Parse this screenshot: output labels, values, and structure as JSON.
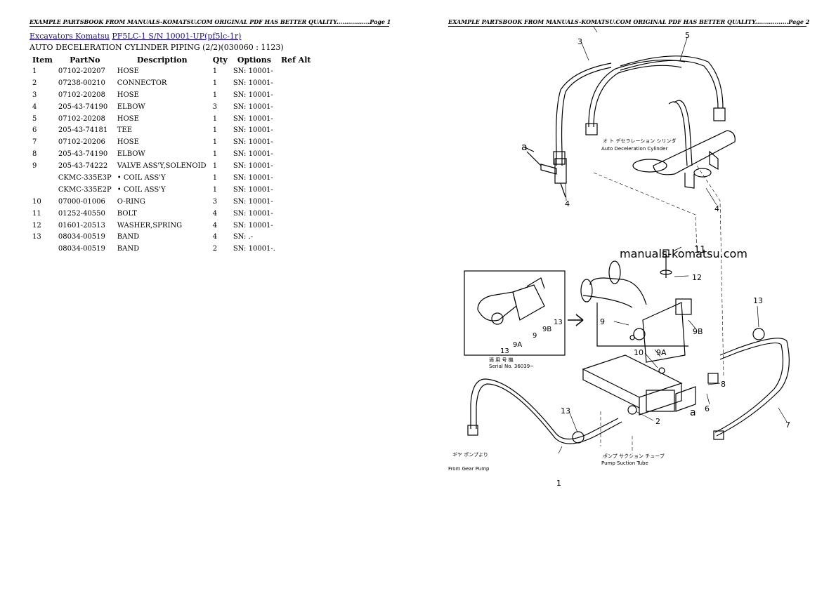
{
  "header": {
    "page1": "EXAMPLE PARTSBOOK FROM MANUALS-KOMATSU.COM ORIGINAL PDF HAS BETTER QUALITY.................Page 1",
    "page2": "EXAMPLE PARTSBOOK FROM MANUALS-KOMATSU.COM ORIGINAL PDF HAS BETTER QUALITY.................Page 2"
  },
  "breadcrumb": {
    "link1": "Excavators Komatsu",
    "link2": "PF5LC-1 S/N 10001-UP(pf5lc-1r)"
  },
  "subtitle": "AUTO DECELERATION CYLINDER PIPING (2/2)(030060 : 1123)",
  "table": {
    "headers": [
      "Item",
      "PartNo",
      "Description",
      "Qty",
      "Options",
      "Ref Alt"
    ],
    "rows": [
      {
        "item": "1",
        "partno": "07102-20207",
        "desc": "HOSE",
        "qty": "1",
        "options": "SN: 10001-"
      },
      {
        "item": "2",
        "partno": "07238-00210",
        "desc": "CONNECTOR",
        "qty": "1",
        "options": "SN: 10001-"
      },
      {
        "item": "3",
        "partno": "07102-20208",
        "desc": "HOSE",
        "qty": "1",
        "options": "SN: 10001-"
      },
      {
        "item": "4",
        "partno": "205-43-74190",
        "desc": "ELBOW",
        "qty": "3",
        "options": "SN: 10001-"
      },
      {
        "item": "5",
        "partno": "07102-20208",
        "desc": "HOSE",
        "qty": "1",
        "options": "SN: 10001-"
      },
      {
        "item": "6",
        "partno": "205-43-74181",
        "desc": "TEE",
        "qty": "1",
        "options": "SN: 10001-"
      },
      {
        "item": "7",
        "partno": "07102-20206",
        "desc": "HOSE",
        "qty": "1",
        "options": "SN: 10001-"
      },
      {
        "item": "8",
        "partno": "205-43-74190",
        "desc": "ELBOW",
        "qty": "1",
        "options": "SN: 10001-"
      },
      {
        "item": "9",
        "partno": "205-43-74222",
        "desc": "VALVE ASS'Y,SOLENOID",
        "qty": "1",
        "options": "SN: 10001-"
      },
      {
        "item": "",
        "partno": "CKMC-335E3P",
        "desc": "• COIL ASS'Y",
        "qty": "1",
        "options": "SN: 10001-"
      },
      {
        "item": "",
        "partno": "CKMC-335E2P",
        "desc": "• COIL ASS'Y",
        "qty": "1",
        "options": "SN: 10001-"
      },
      {
        "item": "10",
        "partno": "07000-01006",
        "desc": "O-RING",
        "qty": "3",
        "options": "SN: 10001-"
      },
      {
        "item": "11",
        "partno": "01252-40550",
        "desc": "BOLT",
        "qty": "4",
        "options": "SN: 10001-"
      },
      {
        "item": "12",
        "partno": "01601-20513",
        "desc": "WASHER,SPRING",
        "qty": "4",
        "options": "SN: 10001-"
      },
      {
        "item": "13",
        "partno": "08034-00519",
        "desc": "BAND",
        "qty": "4",
        "options": "SN: .-"
      },
      {
        "item": "",
        "partno": "08034-00519",
        "desc": "BAND",
        "qty": "2",
        "options": "SN: 10001-."
      }
    ]
  },
  "watermark": "manuals-komatsu.com",
  "diagram": {
    "callouts": [
      "1",
      "2",
      "3",
      "4",
      "4",
      "5",
      "6",
      "7",
      "8",
      "9",
      "9A",
      "9B",
      "9",
      "9A",
      "9B",
      "10",
      "11",
      "12",
      "13",
      "13",
      "13",
      "13",
      "a",
      "a"
    ],
    "labels": {
      "auto_decel_jp": "オ ト デセラレーション シリンダ",
      "auto_decel_en": "Auto Deceleration Cylinder",
      "serial_jp": "適 用 号 機",
      "serial_en": "Serial No. 36039~",
      "pump_jp": "ギヤ ポンプより",
      "pump_en": "From Gear Pump",
      "suction_jp": "ポンプ サクション チューブ",
      "suction_en": "Pump Suction Tube"
    }
  }
}
